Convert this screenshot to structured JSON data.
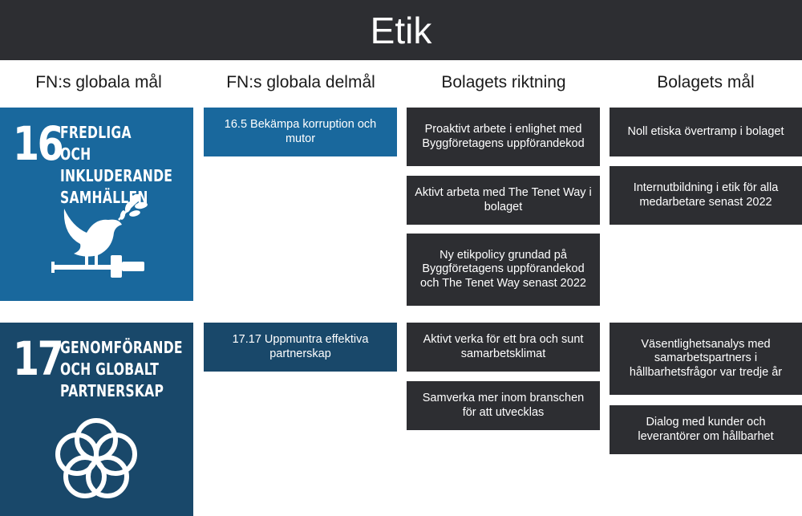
{
  "title": "Etik",
  "column_headers": [
    "FN:s globala mål",
    "FN:s globala delmål",
    "Bolagets riktning",
    "Bolagets mål"
  ],
  "colors": {
    "header_dark": "#2d2e32",
    "sdg16": "#19689d",
    "sdg17": "#19486a",
    "box_dark": "#2d2e32"
  },
  "goals": [
    {
      "number": "16",
      "name": "FREDLIGA OCH\nINKLUDERANDE\nSAMHÄLLEN",
      "icon": "dove-gavel-icon",
      "target": "16.5 Bekämpa korruption och mutor",
      "direction": [
        "Proaktivt arbete i enlighet med Byggföretagens uppförandekod",
        "Aktivt arbeta med The Tenet Way i bolaget",
        "Ny etikpolicy grundad på Byggföretagens uppförandekod och The Tenet Way senast 2022"
      ],
      "company_goals": [
        "Noll etiska övertramp i bolaget",
        "Internutbildning i etik för alla medarbetare senast 2022"
      ]
    },
    {
      "number": "17",
      "name": "GENOMFÖRANDE\nOCH GLOBALT\nPARTNERSKAP",
      "icon": "interlocking-circles-icon",
      "target": "17.17 Uppmuntra effektiva partnerskap",
      "direction": [
        "Aktivt verka för ett bra och sunt samarbetsklimat",
        "Samverka mer inom branschen för att utvecklas"
      ],
      "company_goals": [
        "Väsentlighetsanalys med samarbetspartners i hållbarhetsfrågor var tredje år",
        "Dialog med kunder och leverantörer om hållbarhet"
      ]
    }
  ]
}
